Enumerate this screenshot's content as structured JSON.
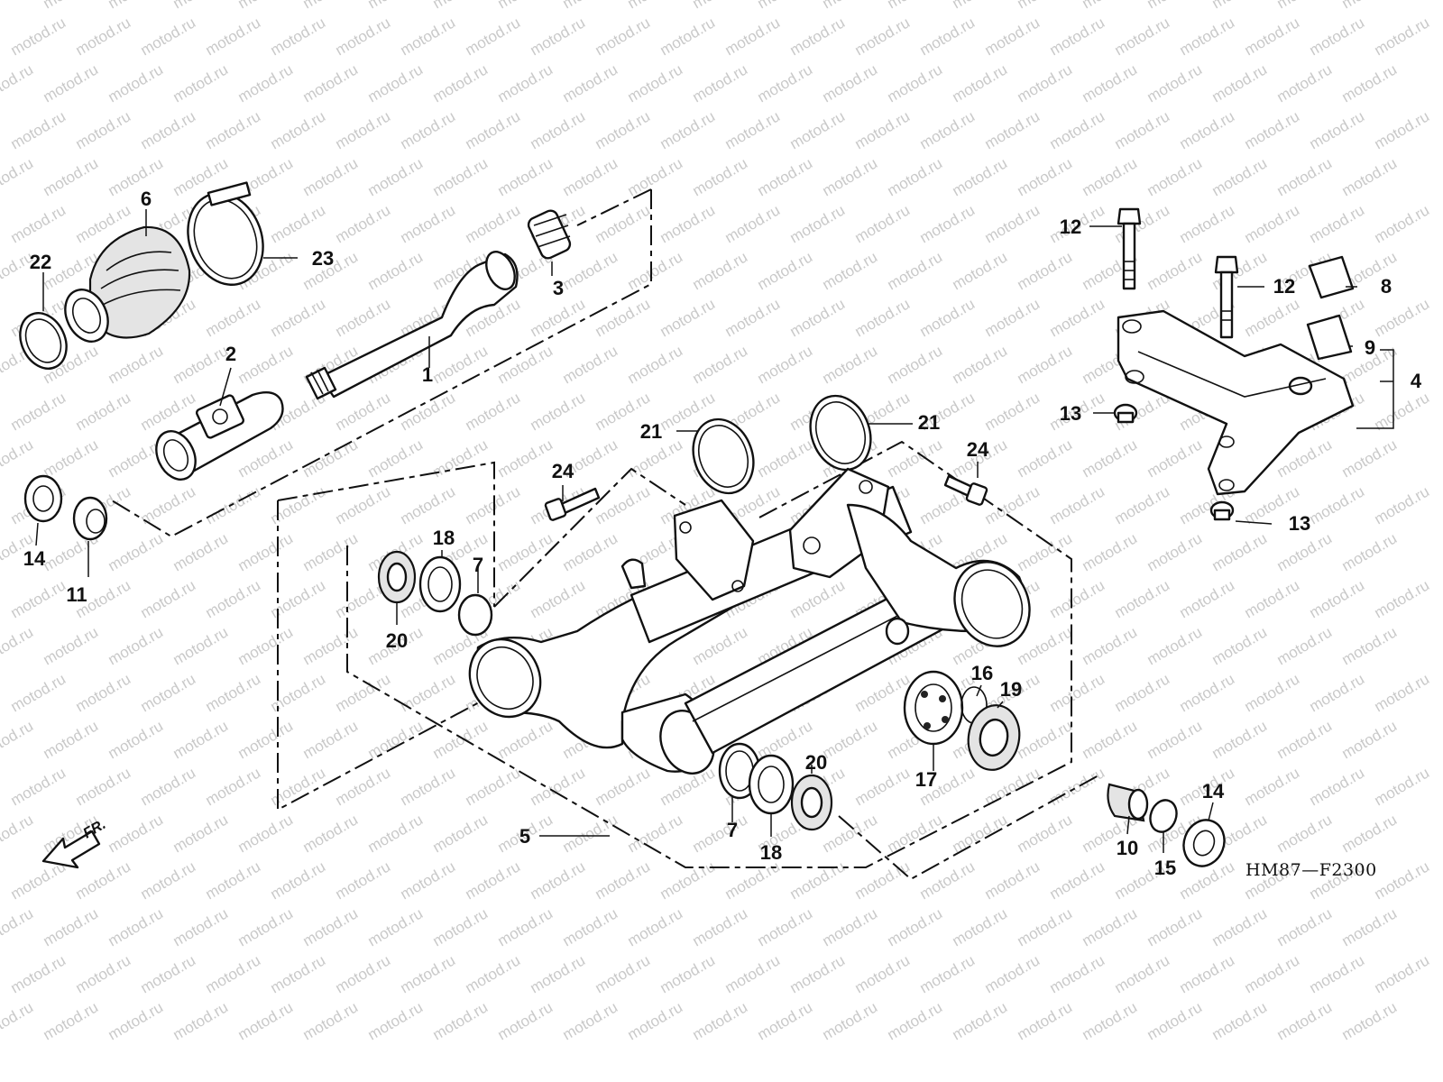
{
  "watermark": "motod.ru",
  "diagram_code": "HM87—F2300",
  "front_label": "FR.",
  "callouts": [
    {
      "id": "c1",
      "text": "1"
    },
    {
      "id": "c2",
      "text": "2"
    },
    {
      "id": "c3",
      "text": "3"
    },
    {
      "id": "c4",
      "text": "4"
    },
    {
      "id": "c5",
      "text": "5"
    },
    {
      "id": "c6",
      "text": "6"
    },
    {
      "id": "c7a",
      "text": "7"
    },
    {
      "id": "c7b",
      "text": "7"
    },
    {
      "id": "c8",
      "text": "8"
    },
    {
      "id": "c9",
      "text": "9"
    },
    {
      "id": "c10",
      "text": "10"
    },
    {
      "id": "c11",
      "text": "11"
    },
    {
      "id": "c12a",
      "text": "12"
    },
    {
      "id": "c12b",
      "text": "12"
    },
    {
      "id": "c13a",
      "text": "13"
    },
    {
      "id": "c13b",
      "text": "13"
    },
    {
      "id": "c14a",
      "text": "14"
    },
    {
      "id": "c14b",
      "text": "14"
    },
    {
      "id": "c15",
      "text": "15"
    },
    {
      "id": "c16",
      "text": "16"
    },
    {
      "id": "c17",
      "text": "17"
    },
    {
      "id": "c18a",
      "text": "18"
    },
    {
      "id": "c18b",
      "text": "18"
    },
    {
      "id": "c19",
      "text": "19"
    },
    {
      "id": "c20a",
      "text": "20"
    },
    {
      "id": "c20b",
      "text": "20"
    },
    {
      "id": "c21a",
      "text": "21"
    },
    {
      "id": "c21b",
      "text": "21"
    },
    {
      "id": "c22",
      "text": "22"
    },
    {
      "id": "c23",
      "text": "23"
    },
    {
      "id": "c24a",
      "text": "24"
    },
    {
      "id": "c24b",
      "text": "24"
    }
  ]
}
